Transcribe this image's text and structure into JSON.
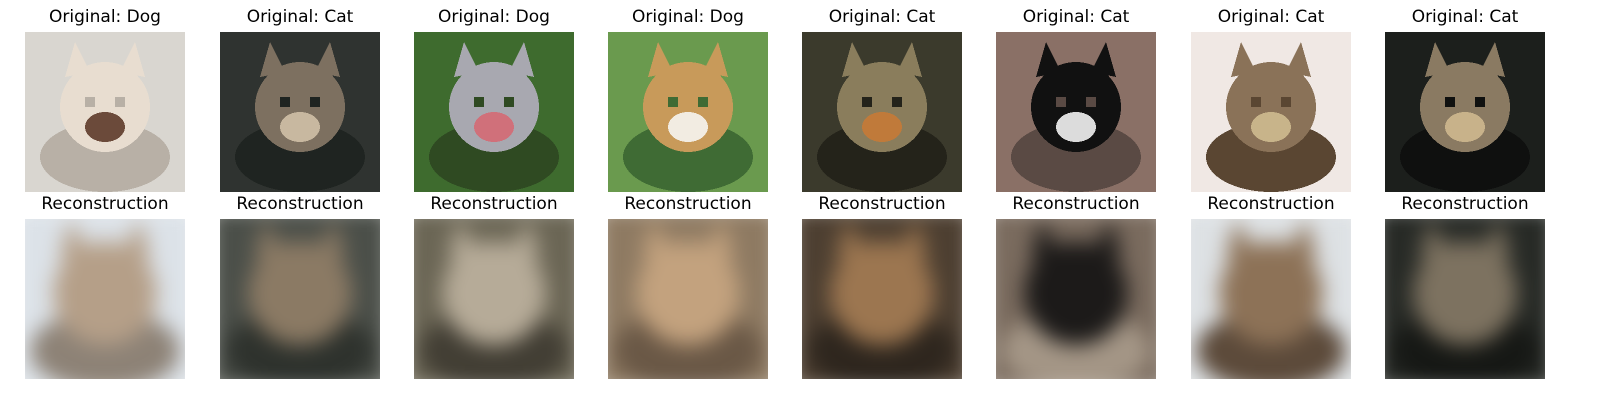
{
  "panels": [
    {
      "original_title": "Original: Dog",
      "recon_title": "Reconstruction",
      "subject": "small-fluffy-dog",
      "colors": {
        "bg": "#d9d6d0",
        "main": "#e8ddd0",
        "accent": "#6b4a3a",
        "shadow": "#b8b0a6"
      },
      "recon_colors": {
        "bg": "#dce2e8",
        "main": "#b59f88",
        "shadow": "#8d8276"
      }
    },
    {
      "original_title": "Original: Cat",
      "recon_title": "Reconstruction",
      "subject": "dark-tabby-cat",
      "colors": {
        "bg": "#2f3330",
        "main": "#7d7060",
        "accent": "#c8b8a0",
        "shadow": "#1f2421"
      },
      "recon_colors": {
        "bg": "#4b4f49",
        "main": "#8b7a64",
        "shadow": "#2e322d"
      }
    },
    {
      "original_title": "Original: Dog",
      "recon_title": "Reconstruction",
      "subject": "grey-dog-on-grass",
      "colors": {
        "bg": "#3e6b2e",
        "main": "#a8a8b0",
        "accent": "#d0707a",
        "shadow": "#2f4a22"
      },
      "recon_colors": {
        "bg": "#6b6655",
        "main": "#b6ab98",
        "shadow": "#423e34"
      }
    },
    {
      "original_title": "Original: Dog",
      "recon_title": "Reconstruction",
      "subject": "tan-puppy-standing",
      "colors": {
        "bg": "#6a9a4e",
        "main": "#c89a5a",
        "accent": "#f2ece2",
        "shadow": "#3f6b34"
      },
      "recon_colors": {
        "bg": "#8e7a62",
        "main": "#c3a27e",
        "shadow": "#6a5846"
      }
    },
    {
      "original_title": "Original: Cat",
      "recon_title": "Reconstruction",
      "subject": "close-up-tabby-cat",
      "colors": {
        "bg": "#3b3a2c",
        "main": "#8a7d5c",
        "accent": "#c07a3a",
        "shadow": "#24231a"
      },
      "recon_colors": {
        "bg": "#4d3f31",
        "main": "#9c7650",
        "shadow": "#2e261e"
      }
    },
    {
      "original_title": "Original: Cat",
      "recon_title": "Reconstruction",
      "subject": "black-cat-face",
      "colors": {
        "bg": "#8a7066",
        "main": "#111111",
        "accent": "#dcdcdc",
        "shadow": "#5a4a44"
      },
      "recon_colors": {
        "bg": "#7a6b5e",
        "main": "#1c1a19",
        "shadow": "#a49686"
      }
    },
    {
      "original_title": "Original: Cat",
      "recon_title": "Reconstruction",
      "subject": "tabby-cat-face",
      "colors": {
        "bg": "#f0e8e4",
        "main": "#8a7258",
        "accent": "#c8b48a",
        "shadow": "#5a4632"
      },
      "recon_colors": {
        "bg": "#dde1e4",
        "main": "#8d7257",
        "shadow": "#5c4a3a"
      }
    },
    {
      "original_title": "Original: Cat",
      "recon_title": "Reconstruction",
      "subject": "tabby-kitten-lying",
      "colors": {
        "bg": "#1c1f1c",
        "main": "#8a7a62",
        "accent": "#c8b28a",
        "shadow": "#0f100f"
      },
      "recon_colors": {
        "bg": "#272a26",
        "main": "#7d7260",
        "shadow": "#161815"
      }
    }
  ]
}
